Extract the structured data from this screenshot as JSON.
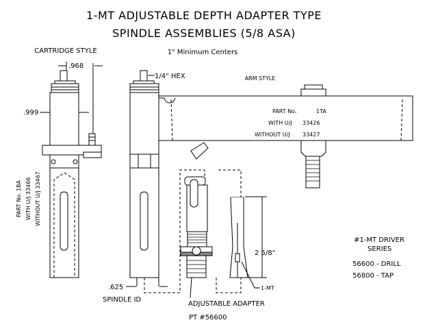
{
  "title": {
    "line1": "1-MT ADJUSTABLE DEPTH ADAPTER TYPE",
    "line2": "SPINDLE ASSEMBLIES (5/8 ASA)",
    "subtitle": "1\" Minimum Centers"
  },
  "cartridge": {
    "heading": "CARTRIDGE STYLE",
    "dim_top": ".968",
    "dim_side": ".999",
    "part_line1": "PART No.  1BA",
    "part_line2": "WITH U/J  33466",
    "part_line3": "WITHOUT U/J  33467"
  },
  "arm": {
    "heading": "ARM STYLE",
    "hex_label": "1/4\" HEX",
    "part_label": "PART No.",
    "part_value": "1TA",
    "with_label": "WITH U/J",
    "with_value": "33426",
    "without_label": "WITHOUT U/J",
    "without_value": "33427",
    "spindle_dim": ".625",
    "spindle_label": "SPINDLE ID"
  },
  "adapter": {
    "label": "ADJUSTABLE ADAPTER",
    "part": "PT #56600"
  },
  "taper": {
    "length": "2 5/8\"",
    "label": "1-MT"
  },
  "driver": {
    "line1": "#1-MT DRIVER",
    "line2": "SERIES",
    "drill": "56600  -  DRILL",
    "tap": "56800  -  TAP"
  }
}
